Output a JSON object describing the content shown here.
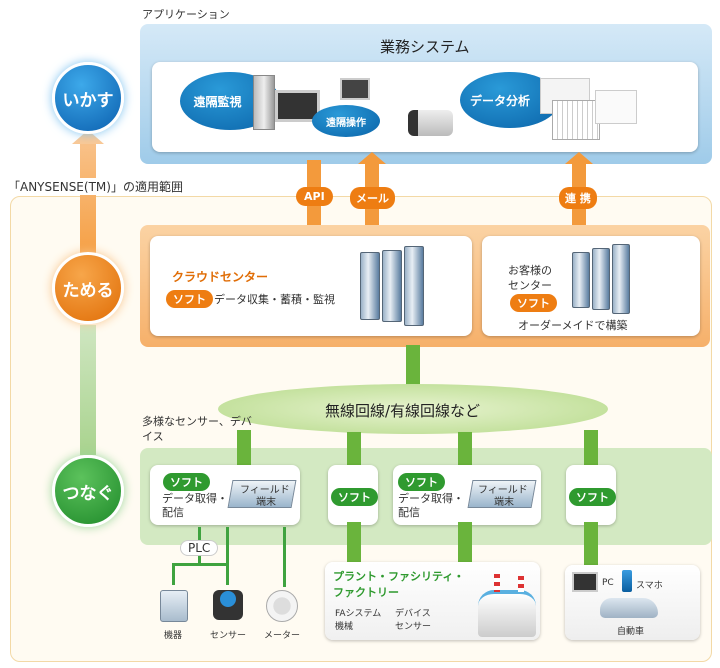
{
  "application_label": "アプリケーション",
  "business_system": {
    "title": "業務システム",
    "remote_monitoring": "遠隔監視",
    "remote_operation": "遠隔操作",
    "data_analysis": "データ分析"
  },
  "scope_label": "「ANYSENSE(TM)」の適用範囲",
  "stages": {
    "use": "いかす",
    "store": "ためる",
    "connect": "つなぐ"
  },
  "connectors": {
    "api": "API",
    "mail": "メール",
    "link": "連 携"
  },
  "cloud": {
    "title": "クラウドセンター",
    "soft": "ソフト",
    "desc": "データ収集・蓄積・監視"
  },
  "customer": {
    "title_line1": "お客様の",
    "title_line2": "センター",
    "soft": "ソフト",
    "desc": "オーダーメイドで構築"
  },
  "network": {
    "label": "無線回線/有線回線など"
  },
  "devices_label": "多様なセンサー、デバイス",
  "field_boxes": [
    {
      "soft": "ソフト",
      "desc_line1": "データ取得・",
      "desc_line2": "配信",
      "terminal_line1": "フィールド",
      "terminal_line2": "端末"
    },
    {
      "soft": "ソフト"
    },
    {
      "soft": "ソフト",
      "desc_line1": "データ取得・",
      "desc_line2": "配信",
      "terminal_line1": "フィールド",
      "terminal_line2": "端末"
    },
    {
      "soft": "ソフト"
    }
  ],
  "plc": "PLC",
  "endpoints": [
    "機器",
    "センサー",
    "メーター"
  ],
  "plant": {
    "title_line1": "プラント・ファシリティ・",
    "title_line2": "ファクトリー",
    "fa_line1": "FAシステム",
    "fa_line2": "機械",
    "dev_line1": "デバイス",
    "dev_line2": "センサー"
  },
  "consumer": {
    "pc": "PC",
    "phone": "スマホ",
    "car": "自動車"
  },
  "colors": {
    "blue": "#0a63a8",
    "orange": "#ee7d12",
    "green": "#2f9a2f",
    "arrow_green": "#6ab43c"
  }
}
